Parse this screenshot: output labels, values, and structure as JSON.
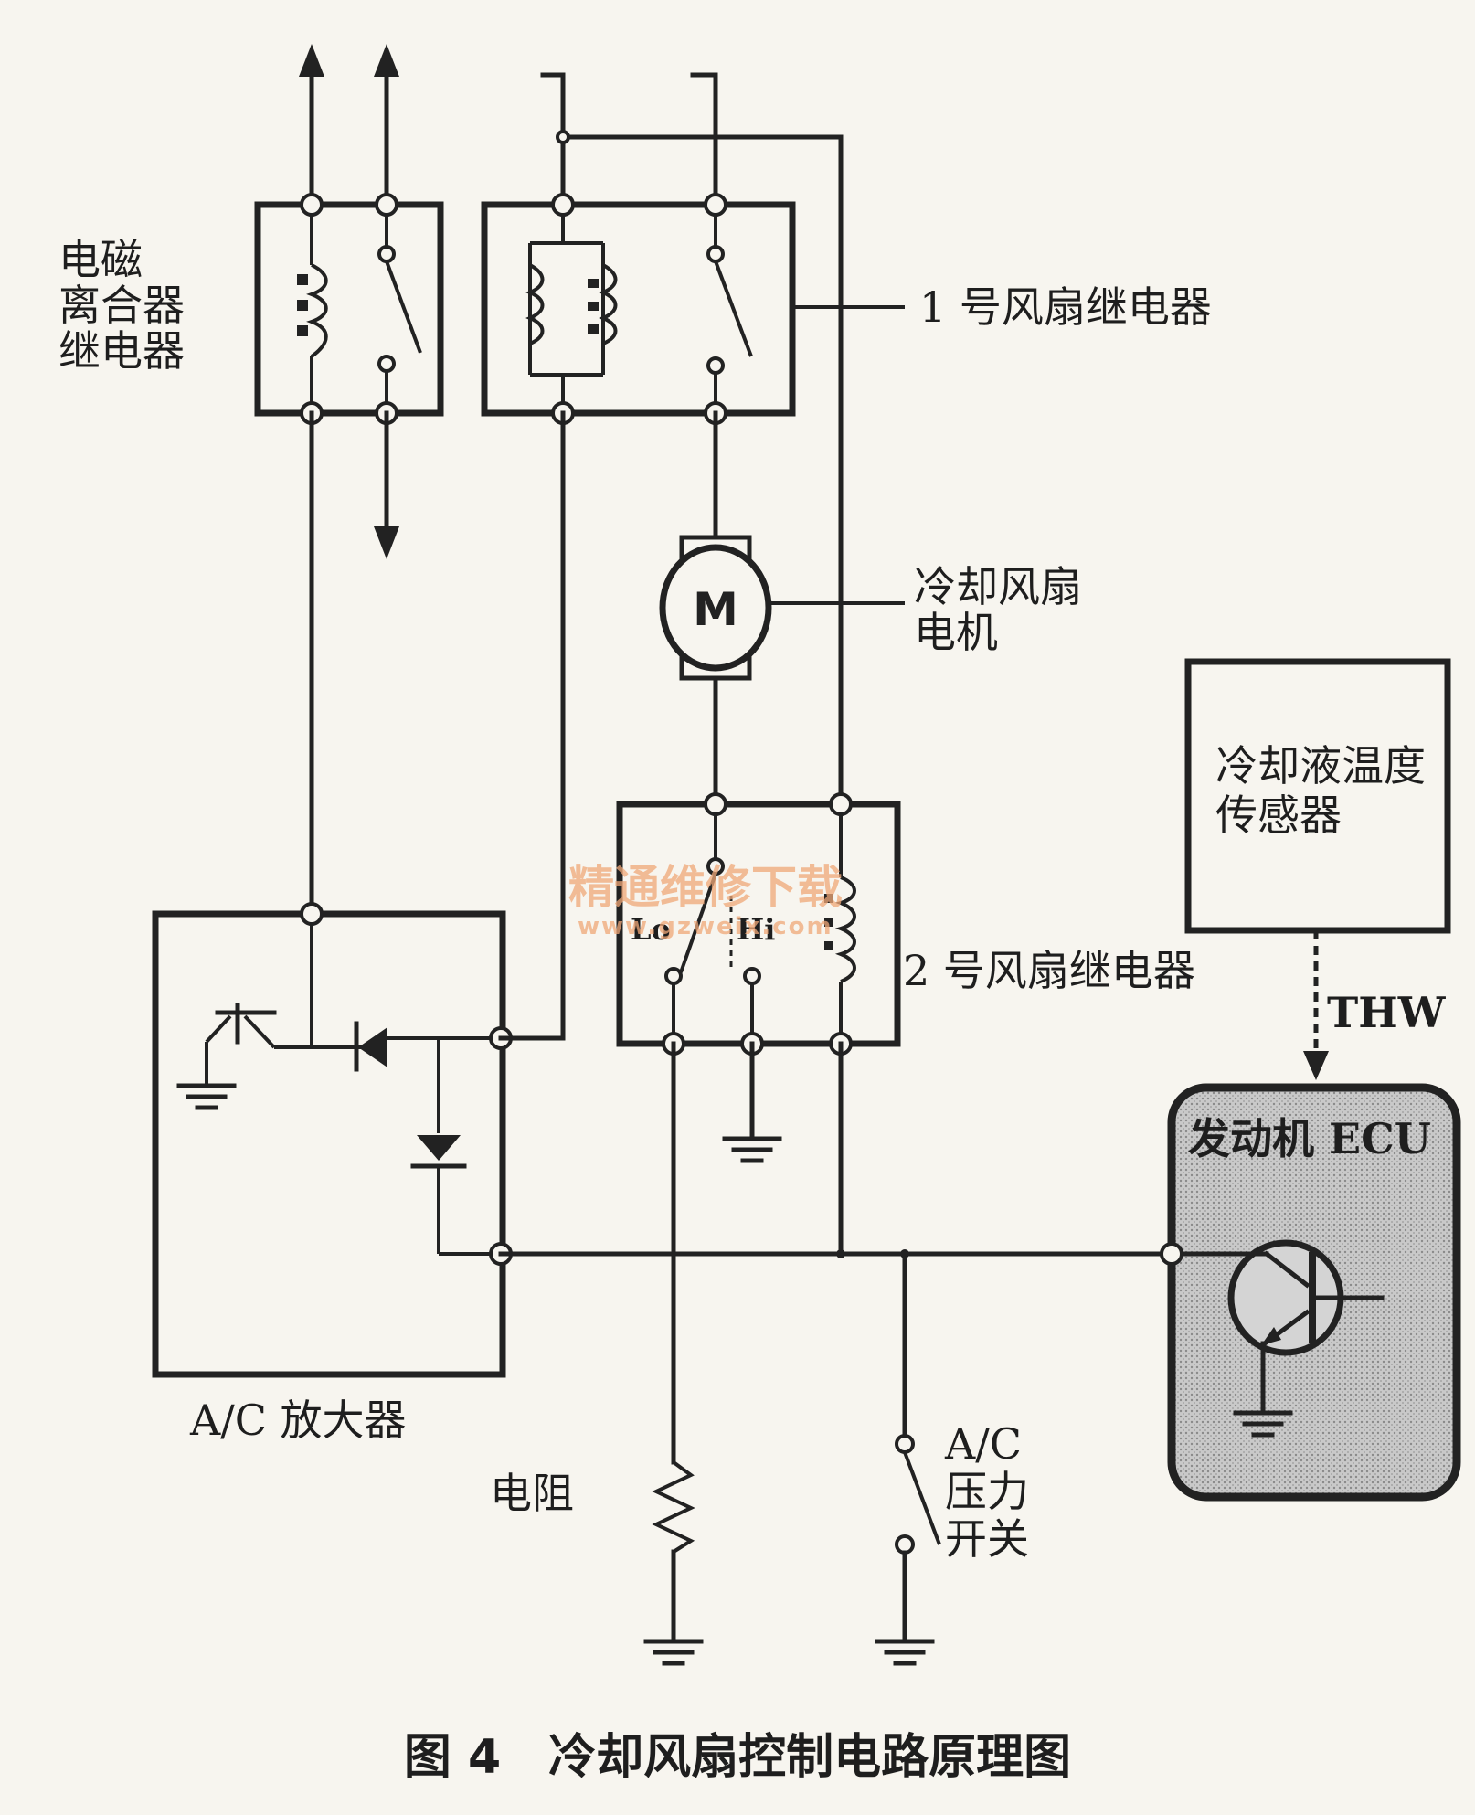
{
  "labels": {
    "clutch_relay": [
      "电磁",
      "离合器",
      "继电器"
    ],
    "fan_relay_1": "1 号风扇继电器",
    "fan_motor": [
      "冷却风扇",
      "电机"
    ],
    "motor_symbol": "M",
    "coolant_sensor": [
      "冷却液温度",
      "传感器"
    ],
    "fan_relay_2": "2 号风扇继电器",
    "lo": "Lo",
    "hi": "Hi",
    "thw": "THW",
    "ecu": "发动机 ECU",
    "ac_amplifier": "A/C 放大器",
    "resistor": "电阻",
    "ac_pressure_switch": [
      "A/C",
      "压力",
      "开关"
    ]
  },
  "caption": "图 4　冷却风扇控制电路原理图",
  "watermark": {
    "cn": "精通维修下载",
    "url": "www.gzweix.com"
  }
}
